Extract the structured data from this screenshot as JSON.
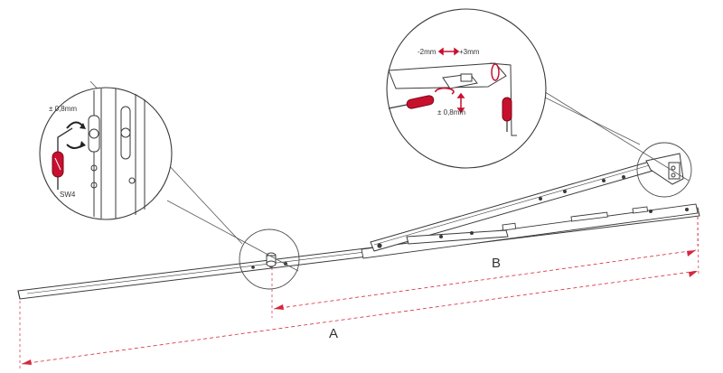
{
  "diagram": {
    "dimension_a_label": "A",
    "dimension_b_label": "B",
    "left_detail": {
      "tolerance_label": "± 0,8mm",
      "key_label": "SW4"
    },
    "right_detail": {
      "minus_label": "-2mm",
      "plus_label": "+3mm",
      "tolerance_label": "± 0,8mm"
    }
  },
  "colors": {
    "line": "#3a3a3a",
    "accent_red": "#c8102e",
    "dimension_red": "#d7263d",
    "handle_red": "#b3202a"
  }
}
